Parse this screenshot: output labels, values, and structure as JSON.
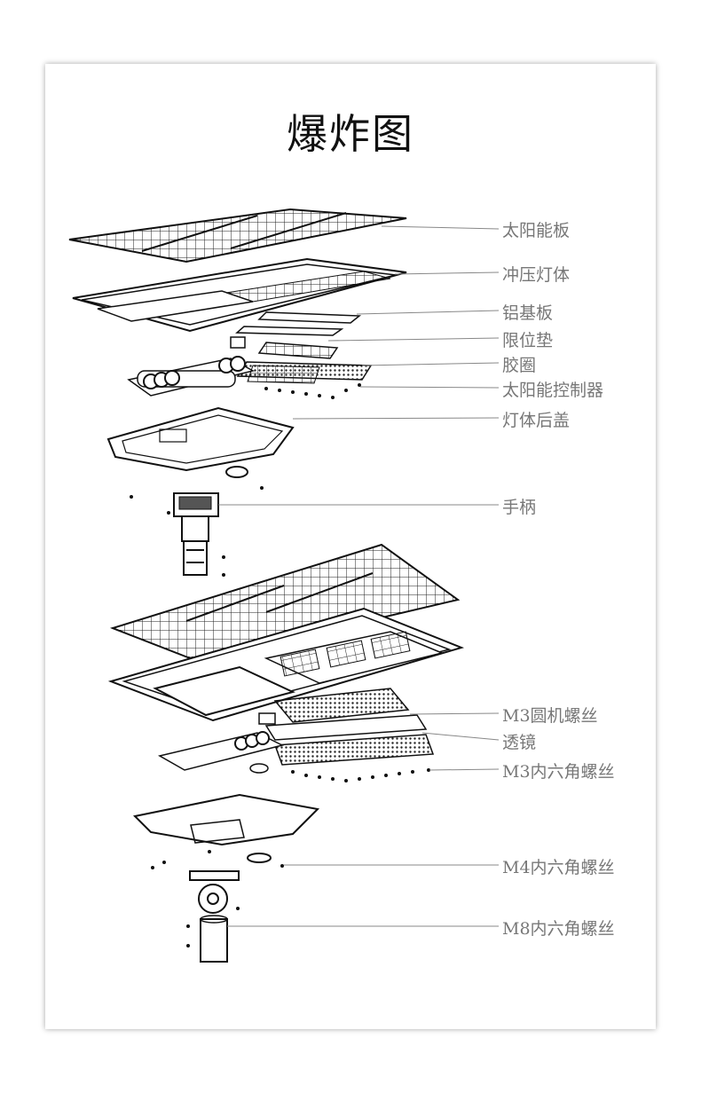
{
  "title": "爆炸图",
  "labels": [
    {
      "text": "太阳能板"
    },
    {
      "text": "冲压灯体"
    },
    {
      "text": "铝基板"
    },
    {
      "text": "限位垫"
    },
    {
      "text": "胶圈"
    },
    {
      "text": "太阳能控制器"
    },
    {
      "text": "灯体后盖"
    },
    {
      "text": "手柄"
    },
    {
      "text": "M3圆机螺丝"
    },
    {
      "text": "透镜"
    },
    {
      "text": "M3内六角螺丝"
    },
    {
      "text": "M4内六角螺丝"
    },
    {
      "text": "M8内六角螺丝"
    }
  ]
}
